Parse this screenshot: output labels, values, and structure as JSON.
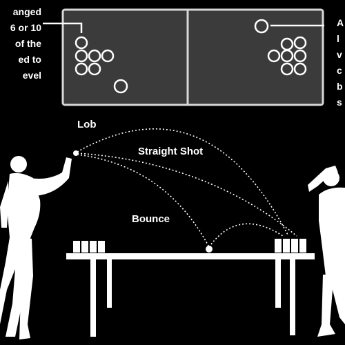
{
  "colors": {
    "background": "#000000",
    "foreground": "#ffffff",
    "panel": "#3b3b3b",
    "panel_border": "#d8d8d8"
  },
  "left_caption_lines": [
    "anged",
    "6 or 10",
    "of the",
    "ed to",
    "evel"
  ],
  "right_caption_lines": [
    "A",
    "l",
    "v",
    "c",
    "b",
    "s"
  ],
  "shot_labels": {
    "lob": "Lob",
    "straight": "Straight Shot",
    "bounce": "Bounce"
  },
  "icons": {
    "left_player": "thrower-silhouette",
    "right_player": "drinker-silhouette",
    "table": "table",
    "cups": "cup"
  }
}
